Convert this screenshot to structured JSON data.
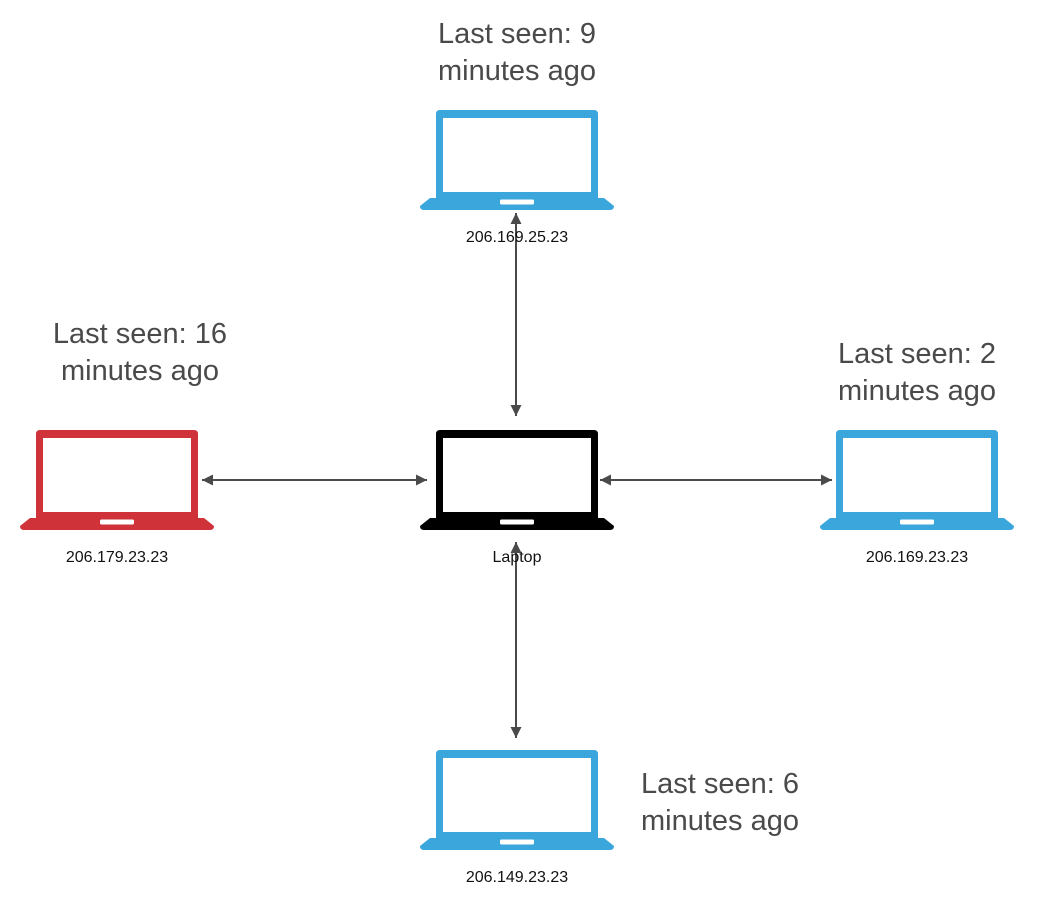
{
  "colors": {
    "online": "#3aa6db",
    "stale": "#d0323a",
    "center": "#000000",
    "connector": "#4a4a4a",
    "status_text": "#4a4a4a"
  },
  "center": {
    "label": "Laptop",
    "icon": "laptop-icon"
  },
  "devices": {
    "top": {
      "ip": "206.169.25.23",
      "status_line1": "Last seen: 9",
      "status_line2": "minutes ago",
      "icon": "laptop-icon"
    },
    "left": {
      "ip": "206.179.23.23",
      "status_line1": "Last seen: 16",
      "status_line2": "minutes ago",
      "icon": "laptop-icon"
    },
    "right": {
      "ip": "206.169.23.23",
      "status_line1": "Last seen: 2",
      "status_line2": "minutes ago",
      "icon": "laptop-icon"
    },
    "bottom": {
      "ip": "206.149.23.23",
      "status_line1": "Last seen: 6",
      "status_line2": "minutes ago",
      "icon": "laptop-icon"
    }
  }
}
